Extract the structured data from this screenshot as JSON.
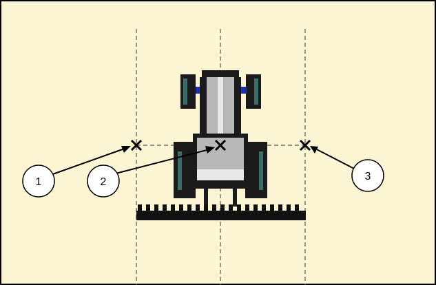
{
  "diagram": {
    "colors": {
      "background": "#fcf5d3",
      "border": "#000000",
      "guide": "#555555",
      "tractor_dark": "#1a1a1a",
      "tractor_body": "#b8b8b8",
      "tractor_light": "#e8e8e8",
      "tractor_blue": "#1c2fb0",
      "tractor_teal": "#3c6c6c",
      "implement": "#111111",
      "callout_fill": "#ffffff"
    },
    "guides": [
      {
        "name": "left-guide-line"
      },
      {
        "name": "center-guide-line"
      },
      {
        "name": "right-guide-line"
      }
    ],
    "markers": [
      {
        "name": "left-marker",
        "icon": "x-mark-icon"
      },
      {
        "name": "center-marker",
        "icon": "x-mark-icon"
      },
      {
        "name": "right-marker",
        "icon": "x-mark-icon"
      }
    ],
    "callouts": [
      {
        "label": "1"
      },
      {
        "label": "2"
      },
      {
        "label": "3"
      }
    ],
    "tractor_icon": "tractor-rear-view-icon",
    "implement_icon": "implement-bar-icon"
  }
}
